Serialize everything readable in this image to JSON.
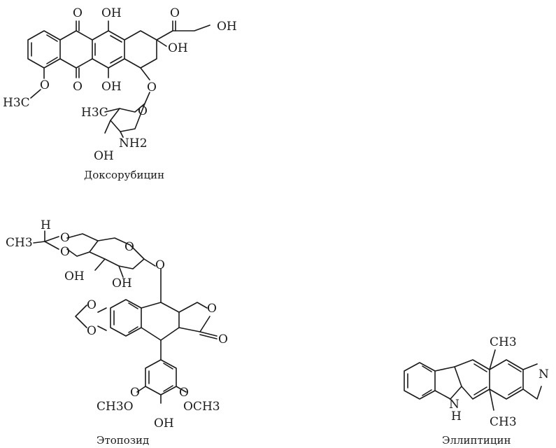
{
  "figure": {
    "molecules": [
      {
        "id": "doxorubicin",
        "caption": "Доксорубицин",
        "atoms": [
          "O",
          "OH",
          "O",
          "OH",
          "OH",
          "O",
          "OH",
          "H3C",
          "O",
          "O",
          "H3C",
          "O",
          "NH2",
          "OH"
        ]
      },
      {
        "id": "etoposide",
        "caption": "Этопозид",
        "atoms": [
          "H",
          "CH3",
          "O",
          "O",
          "O",
          "O",
          "OH",
          "OH",
          "O",
          "O",
          "O",
          "O",
          "O",
          "O",
          "CH3O",
          "OCH3",
          "OH"
        ]
      },
      {
        "id": "ellipticine",
        "caption": "Эллиптицин",
        "atoms": [
          "CH3",
          "N",
          "N",
          "H",
          "CH3"
        ]
      }
    ]
  }
}
